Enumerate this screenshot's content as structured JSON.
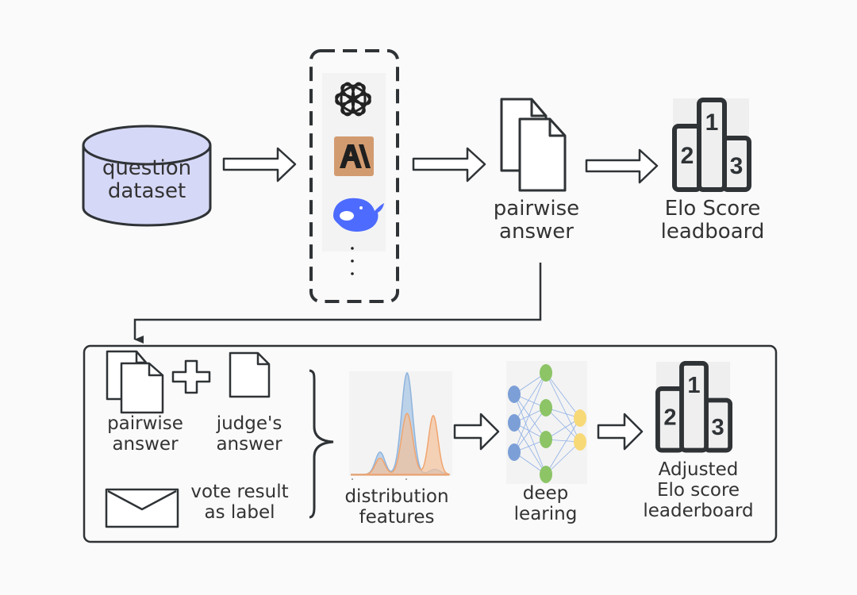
{
  "diagram": {
    "title": "",
    "top_flow": {
      "question_dataset": {
        "label": "question\ndataset",
        "fill": "#d6d8f7",
        "stroke": "#2f3336"
      },
      "models_group": {
        "icons": [
          {
            "name": "openai-logo-icon"
          },
          {
            "name": "anthropic-logo-icon",
            "text": "A\\",
            "fill": "#d29b6f"
          },
          {
            "name": "deepseek-whale-logo-icon",
            "fill": "#4d6bfe"
          }
        ],
        "ellipsis": "⋮"
      },
      "pairwise_answer": {
        "label": "pairwise\nanswer"
      },
      "elo_leaderboard": {
        "label": "Elo Score\nleadboard",
        "podium_ranks": [
          "1",
          "2",
          "3"
        ]
      }
    },
    "bottom_flow": {
      "inputs": {
        "pairwise_answer": {
          "label": "pairwise\nanswer"
        },
        "plus": "+",
        "judges_answer": {
          "label": "judge's\nanswer"
        },
        "vote_result": {
          "label": "vote result\nas label"
        }
      },
      "distribution_features": {
        "label": "distribution\nfeatures",
        "series_colors": [
          "#a9c7e6",
          "#f4c09a"
        ]
      },
      "deep_learning": {
        "label": "deep\nlearing",
        "layers": [
          3,
          4,
          2
        ],
        "layer_colors": [
          "#7b9fd6",
          "#8cc466",
          "#f7d978"
        ]
      },
      "adjusted_leaderboard": {
        "label": "Adjusted\nElo score\nleaderboard",
        "podium_ranks": [
          "1",
          "2",
          "3"
        ]
      }
    },
    "colors": {
      "stroke": "#2f3336",
      "background": "#fafafa"
    }
  }
}
